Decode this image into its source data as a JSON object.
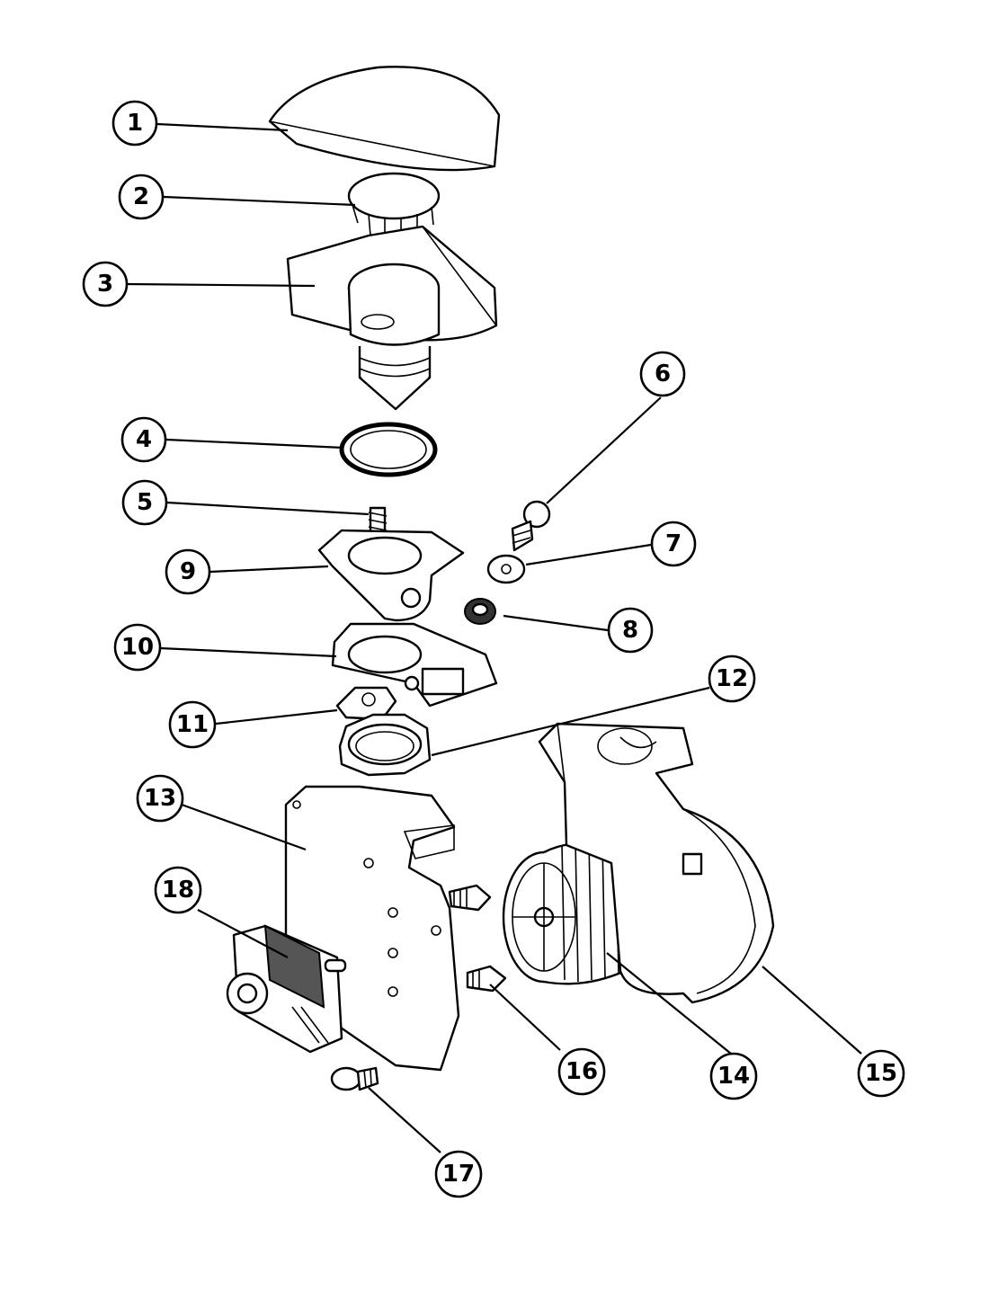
{
  "diagram": {
    "callouts": [
      {
        "id": 1,
        "label": "1"
      },
      {
        "id": 2,
        "label": "2"
      },
      {
        "id": 3,
        "label": "3"
      },
      {
        "id": 4,
        "label": "4"
      },
      {
        "id": 5,
        "label": "5"
      },
      {
        "id": 6,
        "label": "6"
      },
      {
        "id": 7,
        "label": "7"
      },
      {
        "id": 8,
        "label": "8"
      },
      {
        "id": 9,
        "label": "9"
      },
      {
        "id": 10,
        "label": "10"
      },
      {
        "id": 11,
        "label": "11"
      },
      {
        "id": 12,
        "label": "12"
      },
      {
        "id": 13,
        "label": "13"
      },
      {
        "id": 14,
        "label": "14"
      },
      {
        "id": 15,
        "label": "15"
      },
      {
        "id": 16,
        "label": "16"
      },
      {
        "id": 17,
        "label": "17"
      },
      {
        "id": 18,
        "label": "18"
      }
    ]
  }
}
